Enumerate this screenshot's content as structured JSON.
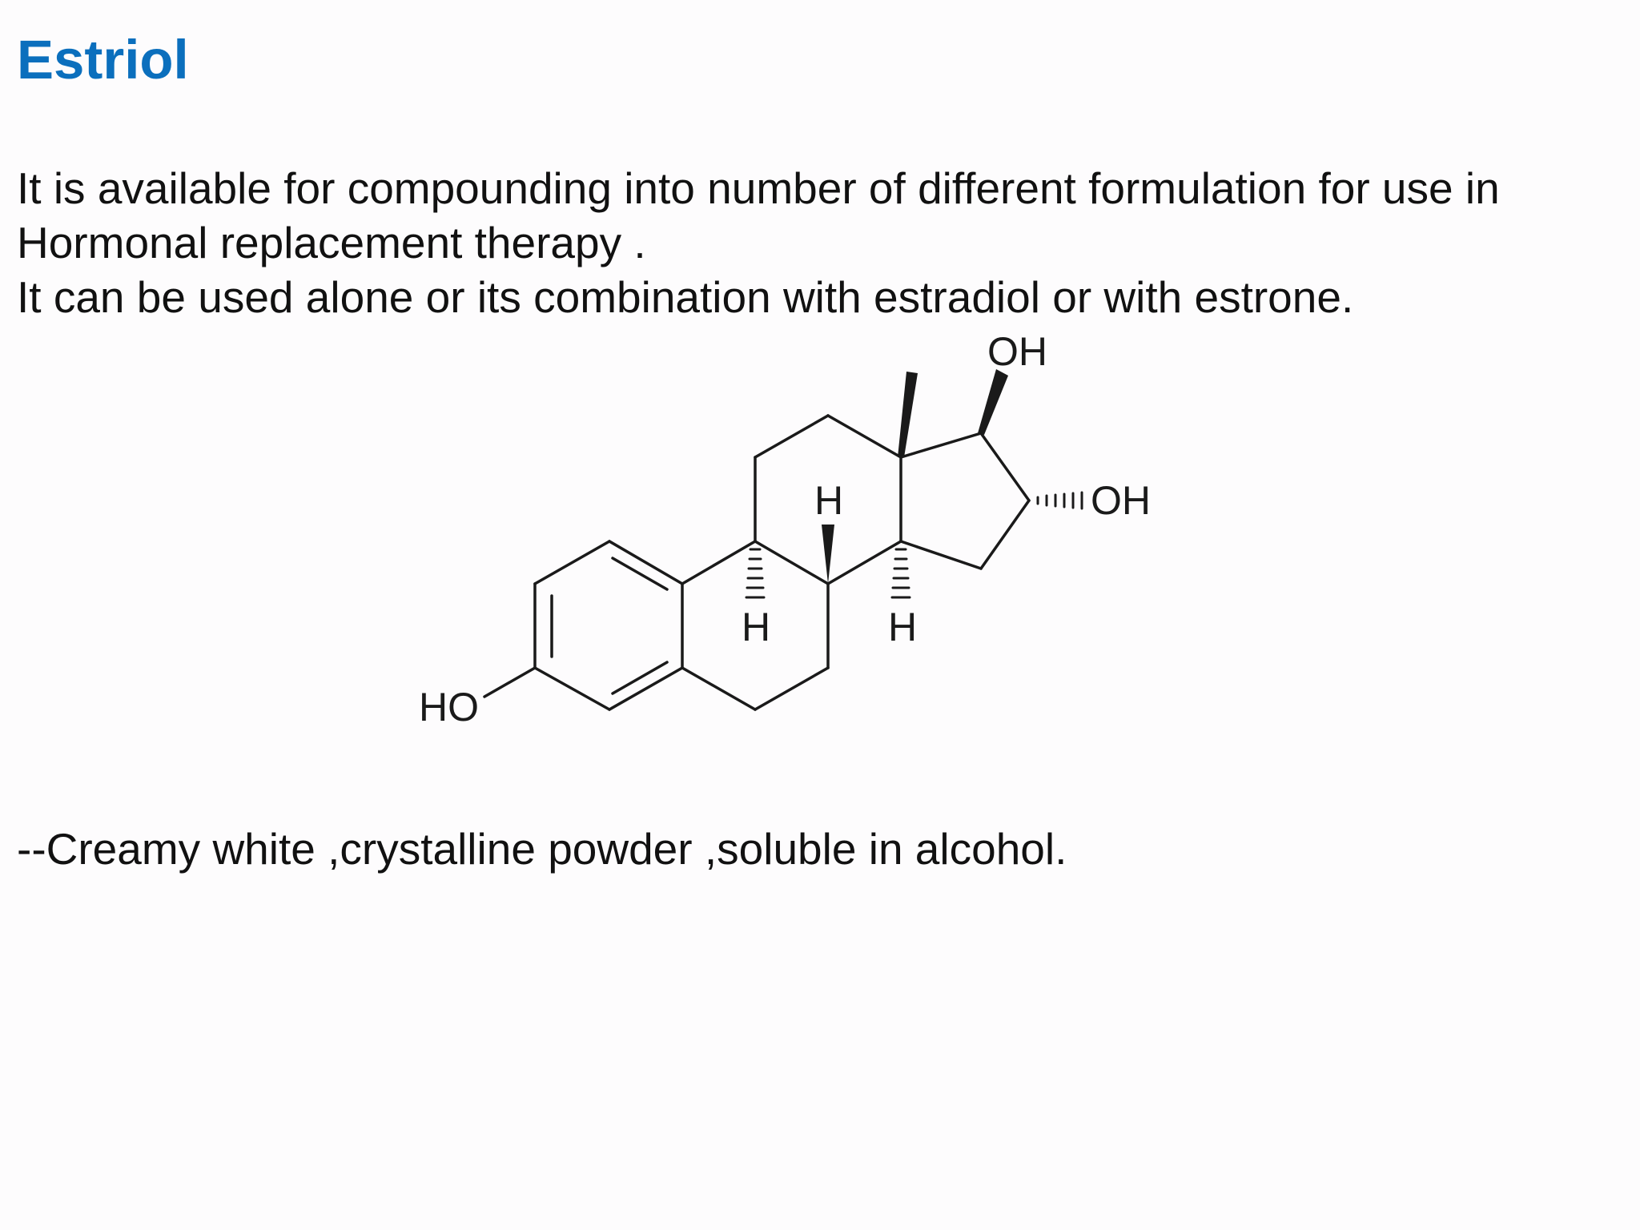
{
  "slide": {
    "title": "Estriol",
    "paragraphs": [
      "It is available for compounding into number of different formulation for use in Hormonal replacement therapy .",
      "It can be used alone or its combination with estradiol or with estrone."
    ],
    "note": "--Creamy white ,crystalline powder ,soluble in alcohol."
  },
  "structure": {
    "atom_labels": {
      "oh_top": "OH",
      "oh_right": "OH",
      "ho_left": "HO",
      "h_top": "H",
      "h_left": "H",
      "h_right": "H"
    }
  },
  "colors": {
    "title": "#0b6fbd",
    "text": "#111111",
    "bond": "#1a1a1a",
    "background": "#fdfcfd"
  }
}
